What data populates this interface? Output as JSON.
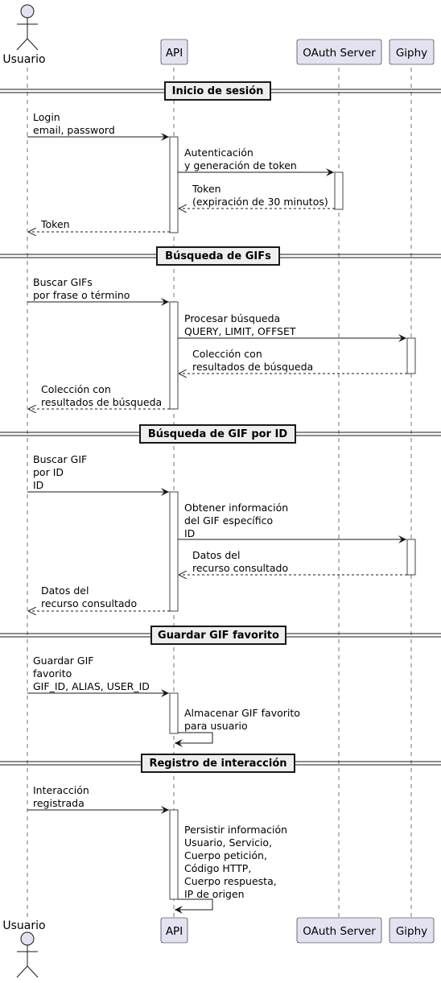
{
  "participants": {
    "usuario": "Usuario",
    "api": "API",
    "oauth": "OAuth Server",
    "giphy": "Giphy"
  },
  "sections": [
    {
      "title": "Inicio de sesión",
      "messages": [
        {
          "lines": [
            "Login",
            "email, password"
          ]
        },
        {
          "lines": [
            "Autenticación",
            "y generación de token"
          ]
        },
        {
          "lines": [
            "Token",
            "(expiración de 30 minutos)"
          ]
        },
        {
          "lines": [
            "Token"
          ]
        }
      ]
    },
    {
      "title": "Búsqueda de GIFs",
      "messages": [
        {
          "lines": [
            "Buscar GIFs",
            "por frase o término"
          ]
        },
        {
          "lines": [
            "Procesar búsqueda",
            "QUERY, LIMIT, OFFSET"
          ]
        },
        {
          "lines": [
            "Colección con",
            "resultados de búsqueda"
          ]
        },
        {
          "lines": [
            "Colección con",
            "resultados de búsqueda"
          ]
        }
      ]
    },
    {
      "title": "Búsqueda de GIF por ID",
      "messages": [
        {
          "lines": [
            "Buscar GIF",
            "por ID",
            "ID"
          ]
        },
        {
          "lines": [
            "Obtener información",
            "del GIF específico",
            "ID"
          ]
        },
        {
          "lines": [
            "Datos del",
            "recurso consultado"
          ]
        },
        {
          "lines": [
            "Datos del",
            "recurso consultado"
          ]
        }
      ]
    },
    {
      "title": "Guardar GIF favorito",
      "messages": [
        {
          "lines": [
            "Guardar GIF",
            "favorito",
            "GIF_ID, ALIAS, USER_ID"
          ]
        },
        {
          "lines": [
            "Almacenar GIF favorito",
            "para usuario"
          ]
        }
      ]
    },
    {
      "title": "Registro de interacción",
      "messages": [
        {
          "lines": [
            "Interacción",
            "registrada"
          ]
        },
        {
          "lines": [
            "Persistir información",
            "Usuario, Servicio,",
            "Cuerpo petición,",
            "Código HTTP,",
            "Cuerpo respuesta,",
            "IP de origen"
          ]
        }
      ]
    }
  ],
  "colors": {
    "participant_fill": "#e2e2f0",
    "participant_border": "#181818",
    "lifeline": "#181818",
    "activation_fill": "#ffffff",
    "divider_fill": "#eeeeee",
    "arrow": "#181818"
  }
}
